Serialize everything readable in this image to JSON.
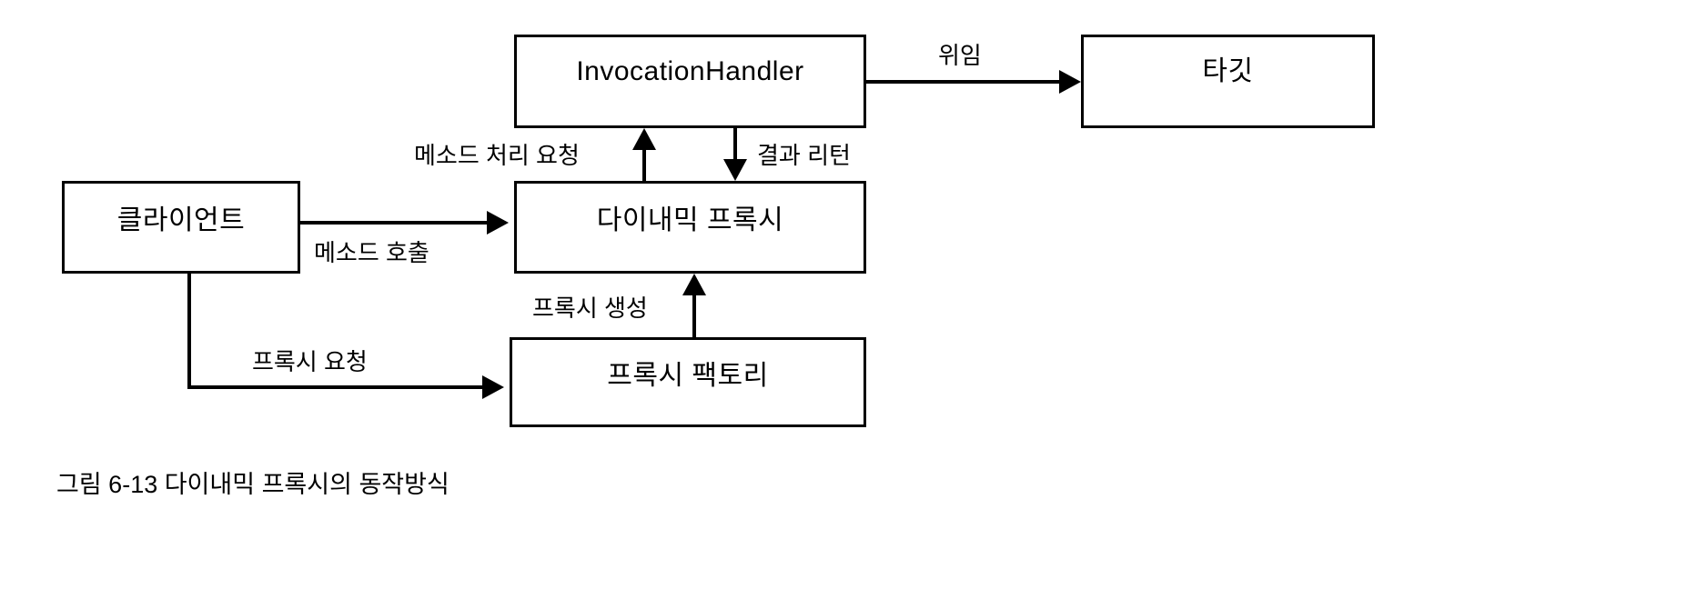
{
  "figure": {
    "caption": "그림 6-13 다이내믹 프록시의 동작방식",
    "background_color": "#ffffff",
    "line_color": "#000000"
  },
  "nodes": [
    {
      "id": "invocation-handler",
      "label": "InvocationHandler"
    },
    {
      "id": "target",
      "label": "타깃"
    },
    {
      "id": "client",
      "label": "클라이언트"
    },
    {
      "id": "dynamic-proxy",
      "label": "다이내믹 프록시"
    },
    {
      "id": "proxy-factory",
      "label": "프록시 팩토리"
    }
  ],
  "edges": [
    {
      "id": "delegation",
      "label": "위임",
      "from": "invocation-handler",
      "to": "target",
      "direction": "right"
    },
    {
      "id": "method-call",
      "label": "메소드 호출",
      "from": "client",
      "to": "dynamic-proxy",
      "direction": "right"
    },
    {
      "id": "method-handle-req",
      "label": "메소드 처리 요청",
      "from": "dynamic-proxy",
      "to": "invocation-handler",
      "direction": "up"
    },
    {
      "id": "result-return",
      "label": "결과 리턴",
      "from": "invocation-handler",
      "to": "dynamic-proxy",
      "direction": "down"
    },
    {
      "id": "proxy-create",
      "label": "프록시 생성",
      "from": "proxy-factory",
      "to": "dynamic-proxy",
      "direction": "up"
    },
    {
      "id": "proxy-request",
      "label": "프록시 요청",
      "from": "client",
      "to": "proxy-factory",
      "direction": "right"
    }
  ]
}
